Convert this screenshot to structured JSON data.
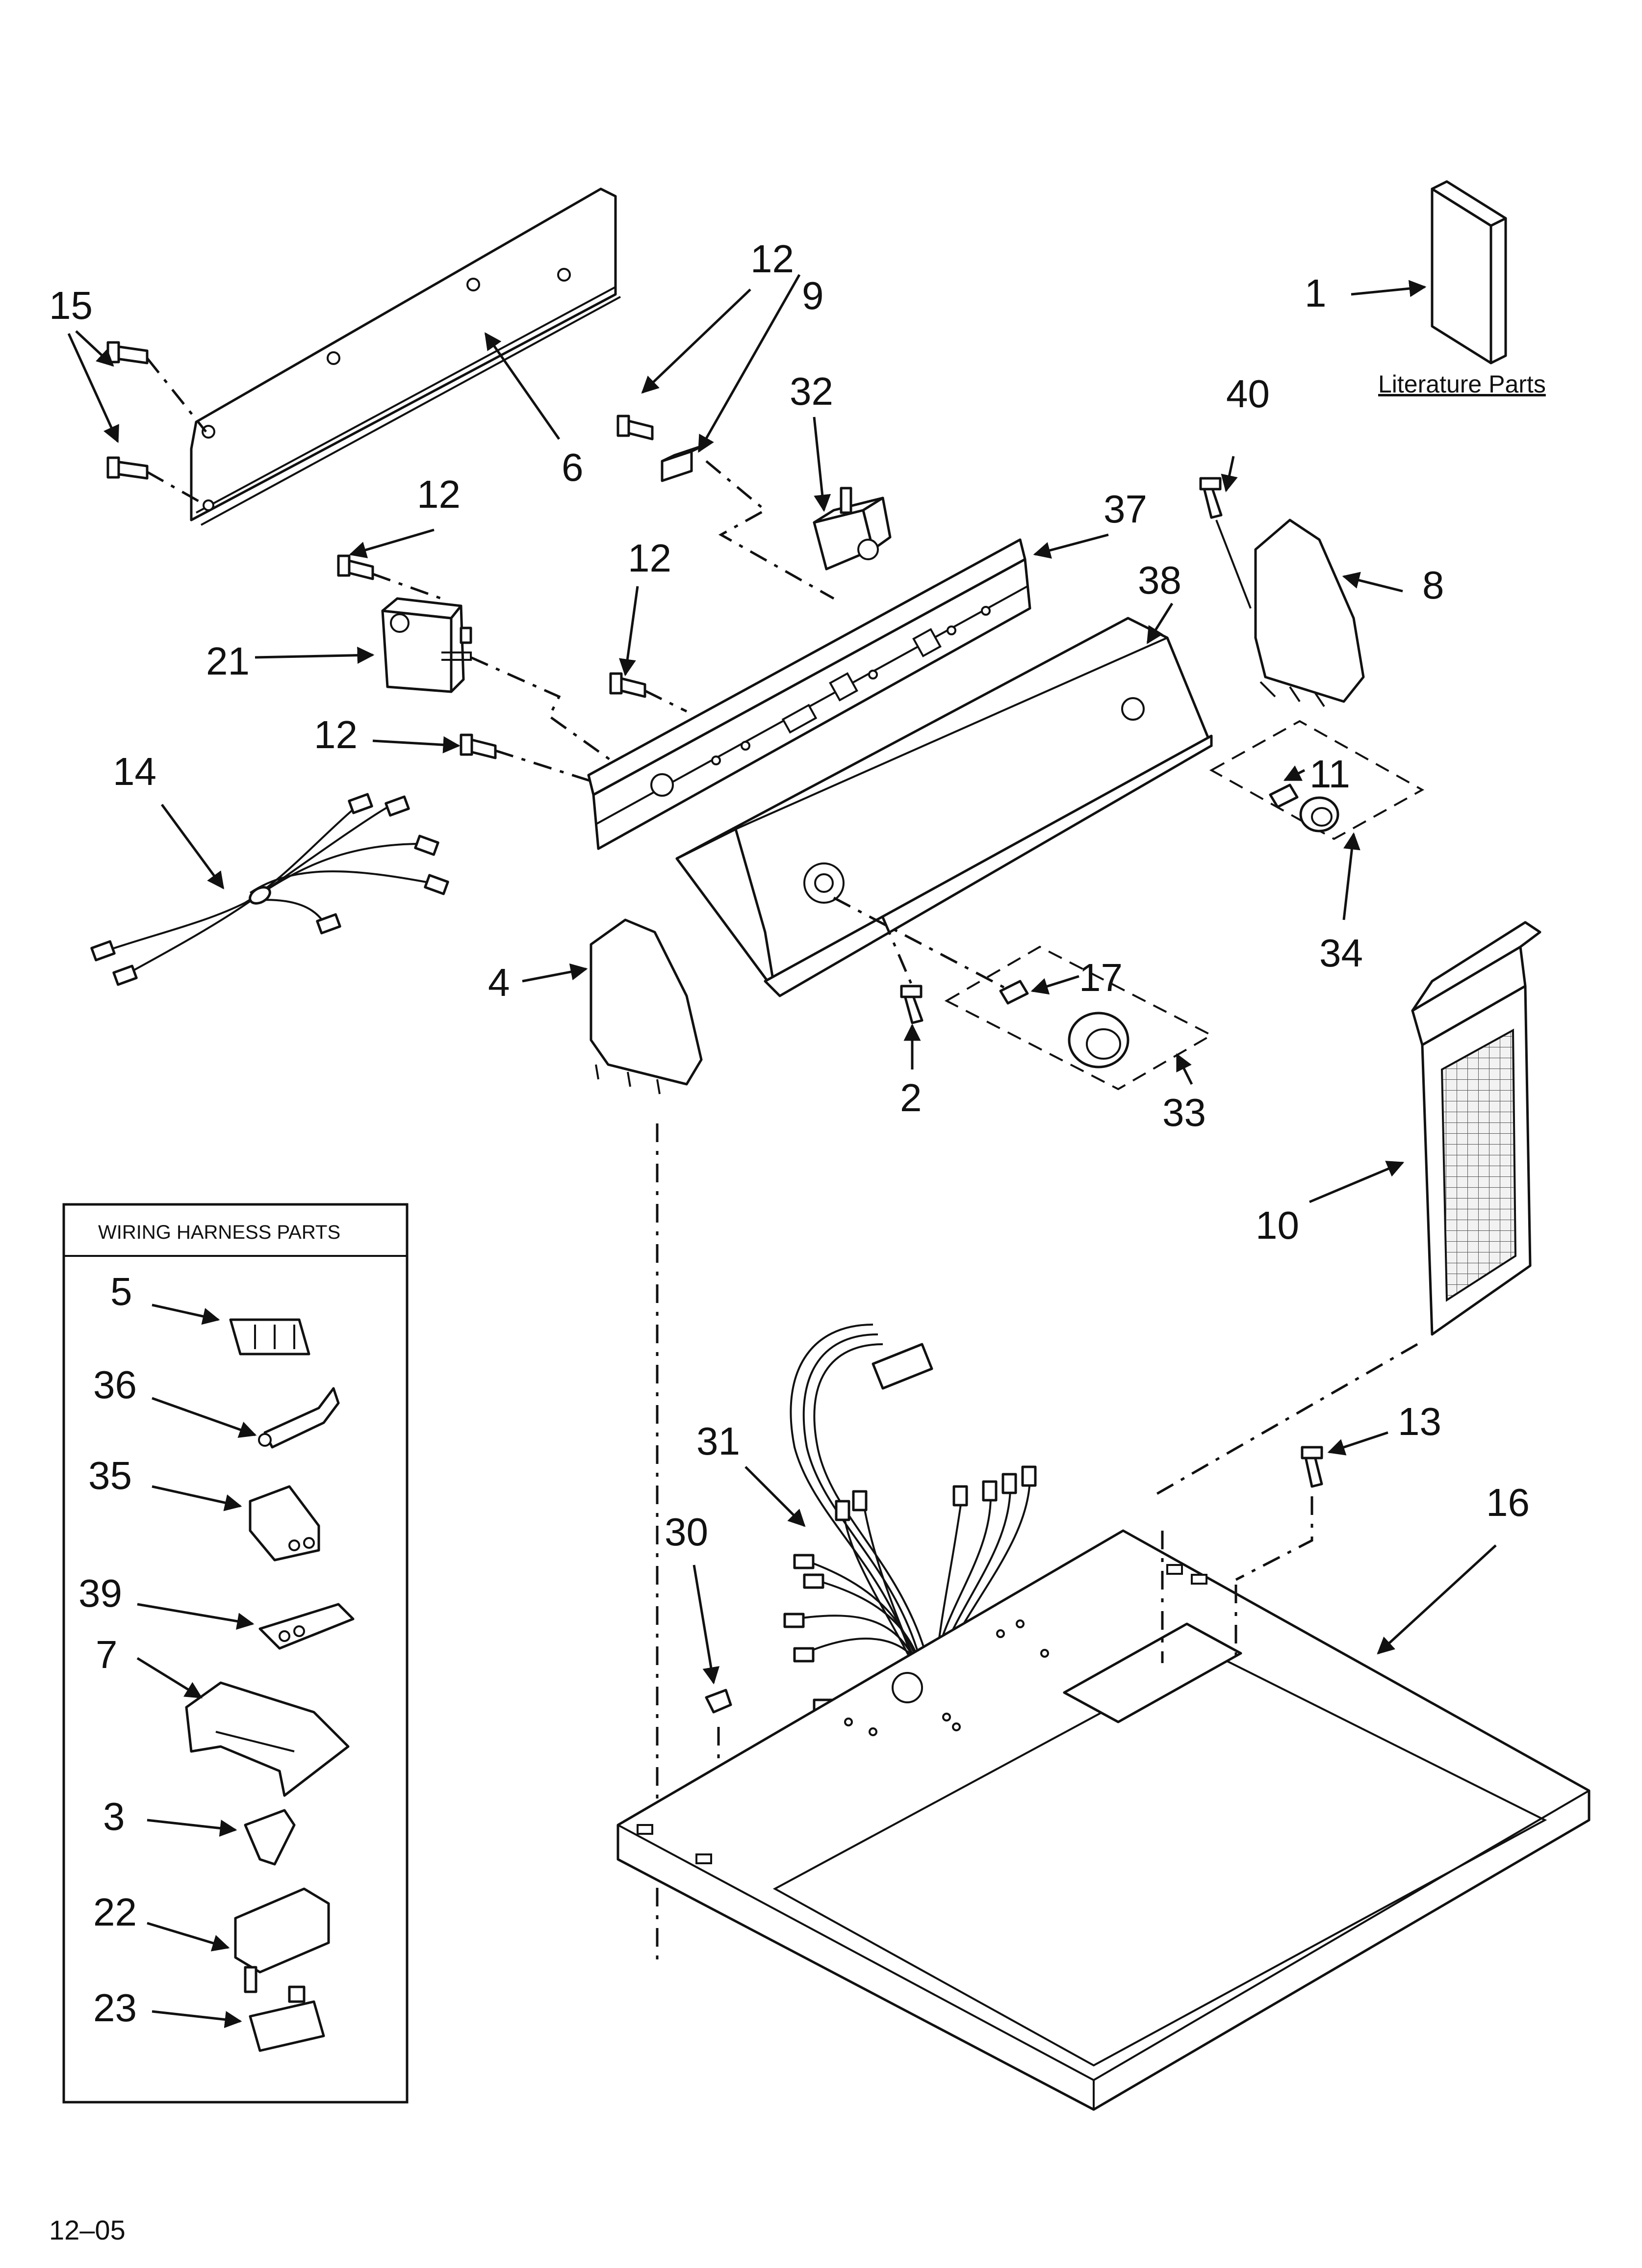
{
  "literature_label": "Literature Parts",
  "harness_box_title": "WIRING HARNESS PARTS",
  "page_code": "12–05",
  "callouts": {
    "c1": "1",
    "c2": "2",
    "c3": "3",
    "c4": "4",
    "c5": "5",
    "c6": "6",
    "c7": "7",
    "c8": "8",
    "c9": "9",
    "c10": "10",
    "c11": "11",
    "c12a": "12",
    "c12b": "12",
    "c12c": "12",
    "c12d": "12",
    "c13": "13",
    "c14": "14",
    "c15": "15",
    "c16": "16",
    "c17": "17",
    "c21": "21",
    "c22": "22",
    "c23": "23",
    "c30": "30",
    "c31": "31",
    "c32": "32",
    "c33": "33",
    "c34": "34",
    "c35": "35",
    "c36": "36",
    "c37": "37",
    "c38": "38",
    "c39": "39",
    "c40": "40"
  }
}
